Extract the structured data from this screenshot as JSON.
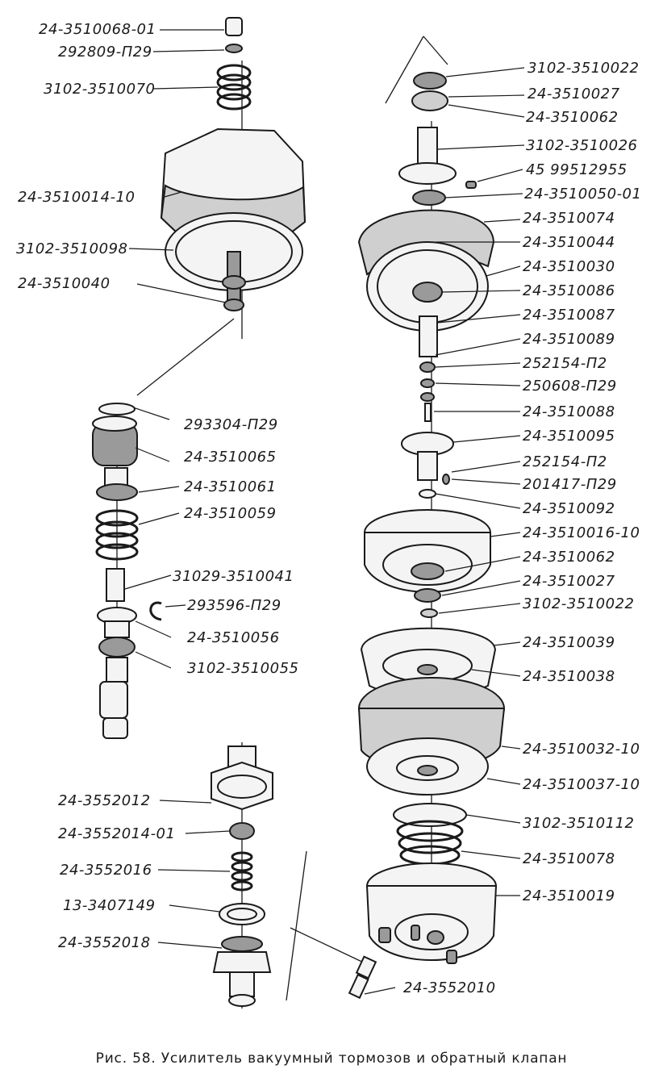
{
  "caption": "Рис. 58. Усилитель вакуумный тормозов и обратный клапан",
  "callouts": [
    "24-3510068-01",
    "292809-П29",
    "3102-3510070",
    "24-3510014-10",
    "3102-3510098",
    "24-3510040",
    "293304-П29",
    "24-3510065",
    "24-3510061",
    "24-3510059",
    "31029-3510041",
    "293596-П29",
    "24-3510056",
    "3102-3510055",
    "24-3552012",
    "24-3552014-01",
    "24-3552016",
    "13-3407149",
    "24-3552018",
    "24-3552010",
    "3102-3510022",
    "24-3510027",
    "24-3510062",
    "3102-3510026",
    "45 99512955",
    "24-3510050-01",
    "24-3510074",
    "24-3510044",
    "24-3510030",
    "24-3510086",
    "24-3510087",
    "24-3510089",
    "252154-П2",
    "250608-П29",
    "24-3510088",
    "24-3510095",
    "252154-П2",
    "201417-П29",
    "24-3510092",
    "24-3510016-10",
    "24-3510062",
    "24-3510027",
    "3102-3510022",
    "24-3510039",
    "24-3510038",
    "24-3510032-10",
    "24-3510037-10",
    "3102-3510112",
    "24-3510078",
    "24-3510019"
  ]
}
